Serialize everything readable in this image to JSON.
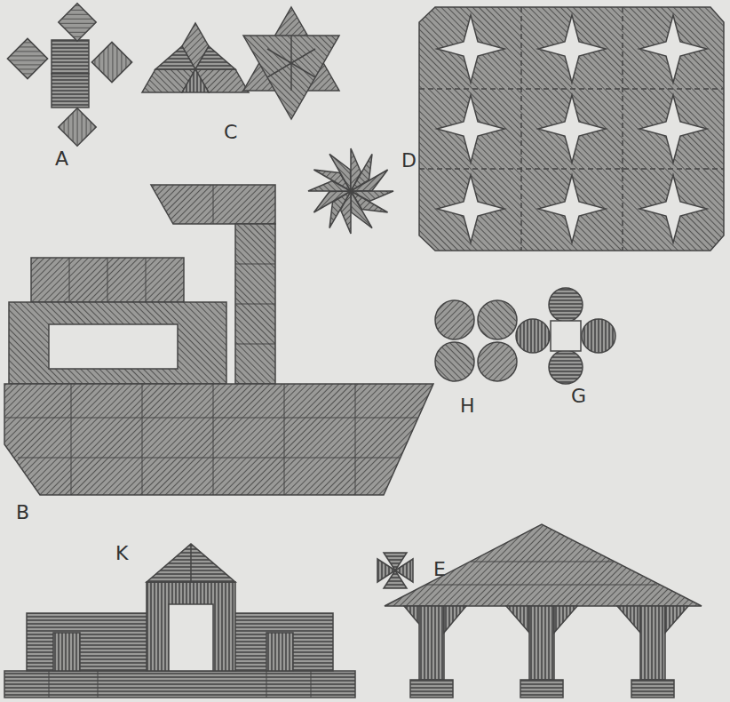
{
  "diagram": {
    "labels": [
      "A",
      "C",
      "D",
      "B",
      "H",
      "G",
      "K",
      "E"
    ]
  }
}
